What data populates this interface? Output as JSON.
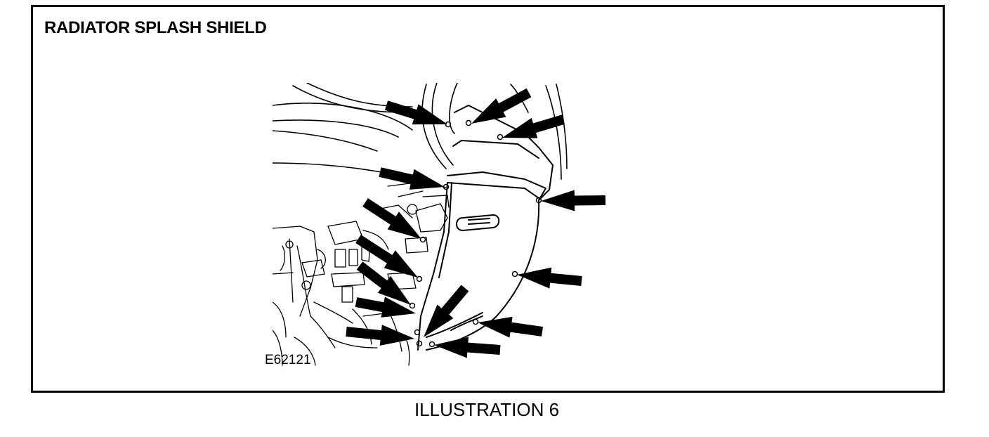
{
  "title": "RADIATOR SPLASH SHIELD",
  "figure_code": "E62121",
  "caption": "ILLUSTRATION 6",
  "colors": {
    "ink": "#000000",
    "paper": "#ffffff"
  },
  "callout_count": 14
}
